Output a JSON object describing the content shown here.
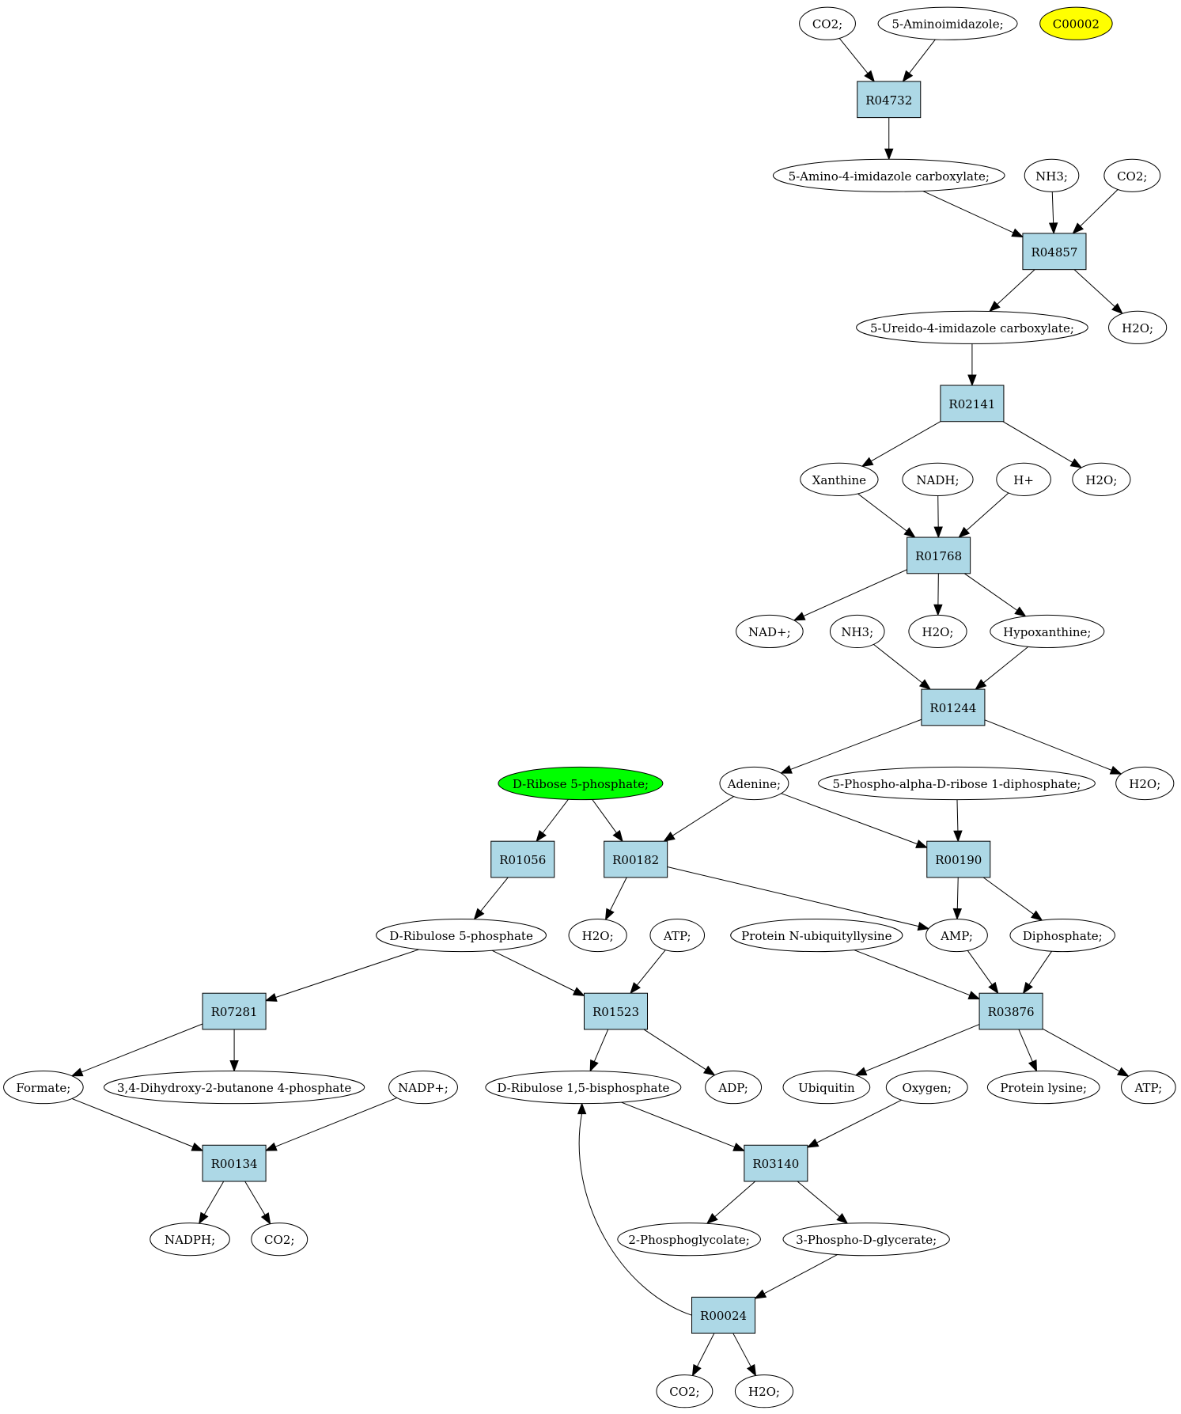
{
  "colors": {
    "reaction_fill": "#add8e6",
    "compound_fill": "#ffffff",
    "source_fill": "#00ff00",
    "highlight_fill": "#ffff00"
  },
  "nodes": [
    {
      "id": "n_co2_a",
      "kind": "compound",
      "label": "CO2;"
    },
    {
      "id": "n_5ai",
      "kind": "compound",
      "label": "5-Aminoimidazole;"
    },
    {
      "id": "n_c00002",
      "kind": "highlight",
      "label": "C00002"
    },
    {
      "id": "n_r04732",
      "kind": "reaction",
      "label": "R04732"
    },
    {
      "id": "n_5a4ic",
      "kind": "compound",
      "label": "5-Amino-4-imidazole carboxylate;"
    },
    {
      "id": "n_nh3_a",
      "kind": "compound",
      "label": "NH3;"
    },
    {
      "id": "n_co2_b",
      "kind": "compound",
      "label": "CO2;"
    },
    {
      "id": "n_r04857",
      "kind": "reaction",
      "label": "R04857"
    },
    {
      "id": "n_5u4ic",
      "kind": "compound",
      "label": "5-Ureido-4-imidazole carboxylate;"
    },
    {
      "id": "n_h2o_a",
      "kind": "compound",
      "label": "H2O;"
    },
    {
      "id": "n_r02141",
      "kind": "reaction",
      "label": "R02141"
    },
    {
      "id": "n_xanthine",
      "kind": "compound",
      "label": "Xanthine"
    },
    {
      "id": "n_nadh",
      "kind": "compound",
      "label": "NADH;"
    },
    {
      "id": "n_hplus",
      "kind": "compound",
      "label": "H+"
    },
    {
      "id": "n_h2o_b",
      "kind": "compound",
      "label": "H2O;"
    },
    {
      "id": "n_r01768",
      "kind": "reaction",
      "label": "R01768"
    },
    {
      "id": "n_nadplus",
      "kind": "compound",
      "label": "NAD+;"
    },
    {
      "id": "n_nh3_b",
      "kind": "compound",
      "label": "NH3;"
    },
    {
      "id": "n_h2o_c",
      "kind": "compound",
      "label": "H2O;"
    },
    {
      "id": "n_hypox",
      "kind": "compound",
      "label": "Hypoxanthine;"
    },
    {
      "id": "n_r01244",
      "kind": "reaction",
      "label": "R01244"
    },
    {
      "id": "n_drib5p",
      "kind": "source",
      "label": "D-Ribose 5-phosphate;"
    },
    {
      "id": "n_adenine",
      "kind": "compound",
      "label": "Adenine;"
    },
    {
      "id": "n_prpp",
      "kind": "compound",
      "label": "5-Phospho-alpha-D-ribose 1-diphosphate;"
    },
    {
      "id": "n_h2o_d",
      "kind": "compound",
      "label": "H2O;"
    },
    {
      "id": "n_r01056",
      "kind": "reaction",
      "label": "R01056"
    },
    {
      "id": "n_r00182",
      "kind": "reaction",
      "label": "R00182"
    },
    {
      "id": "n_r00190",
      "kind": "reaction",
      "label": "R00190"
    },
    {
      "id": "n_dru5p",
      "kind": "compound",
      "label": "D-Ribulose 5-phosphate"
    },
    {
      "id": "n_h2o_e",
      "kind": "compound",
      "label": "H2O;"
    },
    {
      "id": "n_atp_a",
      "kind": "compound",
      "label": "ATP;"
    },
    {
      "id": "n_pnub",
      "kind": "compound",
      "label": "Protein N-ubiquityllysine"
    },
    {
      "id": "n_amp",
      "kind": "compound",
      "label": "AMP;"
    },
    {
      "id": "n_dipho",
      "kind": "compound",
      "label": "Diphosphate;"
    },
    {
      "id": "n_r07281",
      "kind": "reaction",
      "label": "R07281"
    },
    {
      "id": "n_r01523",
      "kind": "reaction",
      "label": "R01523"
    },
    {
      "id": "n_r03876",
      "kind": "reaction",
      "label": "R03876"
    },
    {
      "id": "n_formate",
      "kind": "compound",
      "label": "Formate;"
    },
    {
      "id": "n_dhbp",
      "kind": "compound",
      "label": "3,4-Dihydroxy-2-butanone 4-phosphate"
    },
    {
      "id": "n_nadpplus",
      "kind": "compound",
      "label": "NADP+;"
    },
    {
      "id": "n_drubp",
      "kind": "compound",
      "label": "D-Ribulose 1,5-bisphosphate"
    },
    {
      "id": "n_adp",
      "kind": "compound",
      "label": "ADP;"
    },
    {
      "id": "n_ubiq",
      "kind": "compound",
      "label": "Ubiquitin"
    },
    {
      "id": "n_oxygen",
      "kind": "compound",
      "label": "Oxygen;"
    },
    {
      "id": "n_plys",
      "kind": "compound",
      "label": "Protein lysine;"
    },
    {
      "id": "n_atp_b",
      "kind": "compound",
      "label": "ATP;"
    },
    {
      "id": "n_r00134",
      "kind": "reaction",
      "label": "R00134"
    },
    {
      "id": "n_r03140",
      "kind": "reaction",
      "label": "R03140"
    },
    {
      "id": "n_nadph",
      "kind": "compound",
      "label": "NADPH;"
    },
    {
      "id": "n_co2_c",
      "kind": "compound",
      "label": "CO2;"
    },
    {
      "id": "n_2pg",
      "kind": "compound",
      "label": "2-Phosphoglycolate;"
    },
    {
      "id": "n_3pg",
      "kind": "compound",
      "label": "3-Phospho-D-glycerate;"
    },
    {
      "id": "n_r00024",
      "kind": "reaction",
      "label": "R00024"
    },
    {
      "id": "n_co2_d",
      "kind": "compound",
      "label": "CO2;"
    },
    {
      "id": "n_h2o_f",
      "kind": "compound",
      "label": "H2O;"
    }
  ],
  "edges": [
    [
      "n_co2_a",
      "n_r04732"
    ],
    [
      "n_5ai",
      "n_r04732"
    ],
    [
      "n_r04732",
      "n_5a4ic"
    ],
    [
      "n_5a4ic",
      "n_r04857"
    ],
    [
      "n_nh3_a",
      "n_r04857"
    ],
    [
      "n_co2_b",
      "n_r04857"
    ],
    [
      "n_r04857",
      "n_5u4ic"
    ],
    [
      "n_r04857",
      "n_h2o_a"
    ],
    [
      "n_5u4ic",
      "n_r02141"
    ],
    [
      "n_r02141",
      "n_xanthine"
    ],
    [
      "n_r02141",
      "n_h2o_b"
    ],
    [
      "n_xanthine",
      "n_r01768"
    ],
    [
      "n_nadh",
      "n_r01768"
    ],
    [
      "n_hplus",
      "n_r01768"
    ],
    [
      "n_r01768",
      "n_nadplus"
    ],
    [
      "n_r01768",
      "n_h2o_c"
    ],
    [
      "n_r01768",
      "n_hypox"
    ],
    [
      "n_nh3_b",
      "n_r01244"
    ],
    [
      "n_hypox",
      "n_r01244"
    ],
    [
      "n_r01244",
      "n_adenine"
    ],
    [
      "n_r01244",
      "n_h2o_d"
    ],
    [
      "n_drib5p",
      "n_r01056"
    ],
    [
      "n_drib5p",
      "n_r00182"
    ],
    [
      "n_adenine",
      "n_r00182"
    ],
    [
      "n_adenine",
      "n_r00190"
    ],
    [
      "n_prpp",
      "n_r00190"
    ],
    [
      "n_r01056",
      "n_dru5p"
    ],
    [
      "n_r00182",
      "n_h2o_e"
    ],
    [
      "n_r00182",
      "n_amp"
    ],
    [
      "n_r00190",
      "n_amp"
    ],
    [
      "n_r00190",
      "n_dipho"
    ],
    [
      "n_dru5p",
      "n_r07281"
    ],
    [
      "n_dru5p",
      "n_r01523"
    ],
    [
      "n_atp_a",
      "n_r01523"
    ],
    [
      "n_pnub",
      "n_r03876"
    ],
    [
      "n_amp",
      "n_r03876"
    ],
    [
      "n_dipho",
      "n_r03876"
    ],
    [
      "n_r07281",
      "n_formate"
    ],
    [
      "n_r07281",
      "n_dhbp"
    ],
    [
      "n_r01523",
      "n_drubp"
    ],
    [
      "n_r01523",
      "n_adp"
    ],
    [
      "n_r03876",
      "n_ubiq"
    ],
    [
      "n_r03876",
      "n_plys"
    ],
    [
      "n_r03876",
      "n_atp_b"
    ],
    [
      "n_formate",
      "n_r00134"
    ],
    [
      "n_nadpplus",
      "n_r00134"
    ],
    [
      "n_drubp",
      "n_r03140"
    ],
    [
      "n_oxygen",
      "n_r03140"
    ],
    [
      "n_r00134",
      "n_nadph"
    ],
    [
      "n_r00134",
      "n_co2_c"
    ],
    [
      "n_r03140",
      "n_2pg"
    ],
    [
      "n_r03140",
      "n_3pg"
    ],
    [
      "n_3pg",
      "n_r00024"
    ],
    [
      "n_r00024",
      "n_drubp"
    ],
    [
      "n_r00024",
      "n_co2_d"
    ],
    [
      "n_r00024",
      "n_h2o_f"
    ]
  ]
}
